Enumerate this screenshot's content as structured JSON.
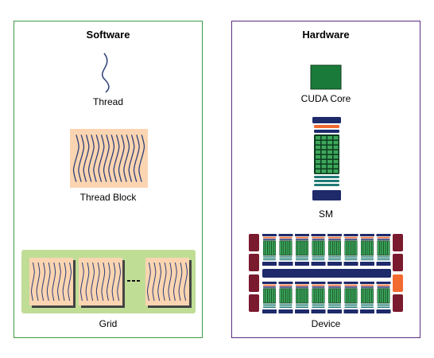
{
  "software": {
    "title": "Software",
    "thread_label": "Thread",
    "block_label": "Thread Block",
    "grid_label": "Grid"
  },
  "hardware": {
    "title": "Hardware",
    "core_label": "CUDA Core",
    "sm_label": "SM",
    "device_label": "Device"
  },
  "colors": {
    "software_border": "#3f9a49",
    "hardware_border": "#5b2d82",
    "block_fill": "#fbd5b1",
    "grid_bg": "#c0dd96",
    "thread_stroke": "#2c3e7a",
    "cuda_core": "#1a7a3a",
    "sm_navy": "#1f2a6b",
    "sm_orange": "#f26a30",
    "sm_teal": "#1f7a74",
    "device_maroon": "#7a1a2e"
  }
}
